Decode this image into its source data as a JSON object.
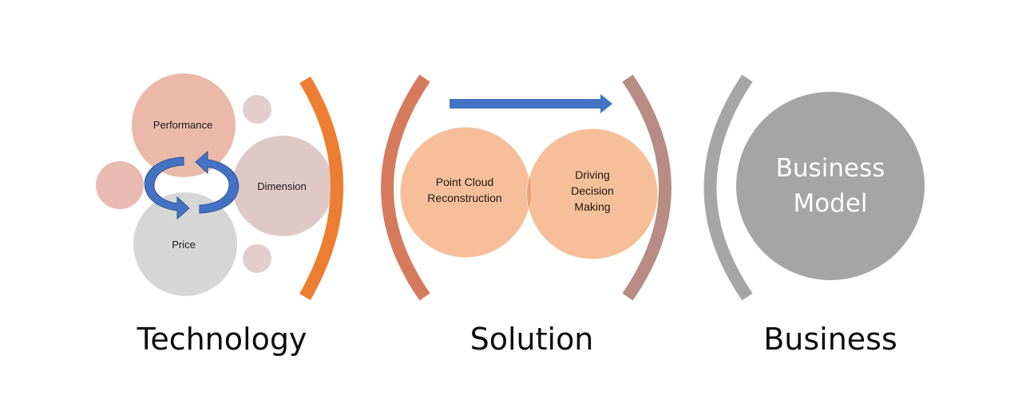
{
  "technology": {
    "label": "Technology",
    "performance": "Performance",
    "dimension": "Dimension",
    "price": "Price",
    "cycle_icon": "circular-arrows-icon"
  },
  "solution": {
    "label": "Solution",
    "point_cloud": [
      "Point Cloud",
      "Reconstruction"
    ],
    "driving": [
      "Driving",
      "Decision",
      "Making"
    ],
    "arrow_icon": "right-arrow-icon"
  },
  "business": {
    "label": "Business",
    "model": [
      "Business",
      "Model"
    ]
  },
  "colors": {
    "performance_circle": "#eab9a9",
    "dimension_circle": "#dfc9c6",
    "price_circle": "#d6d6d6",
    "left_small_circle": "#e8bab2",
    "top_small_circle": "#e2cecb",
    "bottom_small_circle": "#e2cecb",
    "orange_bracket": "#ed7d31",
    "solution_left_bracket": "#d67a5e",
    "solution_right_bracket": "#b88c84",
    "gray_bracket": "#a6a6a6",
    "venn_fill": "#f4b183",
    "venn_overlap": "#e8a276",
    "blue_arrow": "#4472c4",
    "business_circle": "#a5a5a5"
  }
}
